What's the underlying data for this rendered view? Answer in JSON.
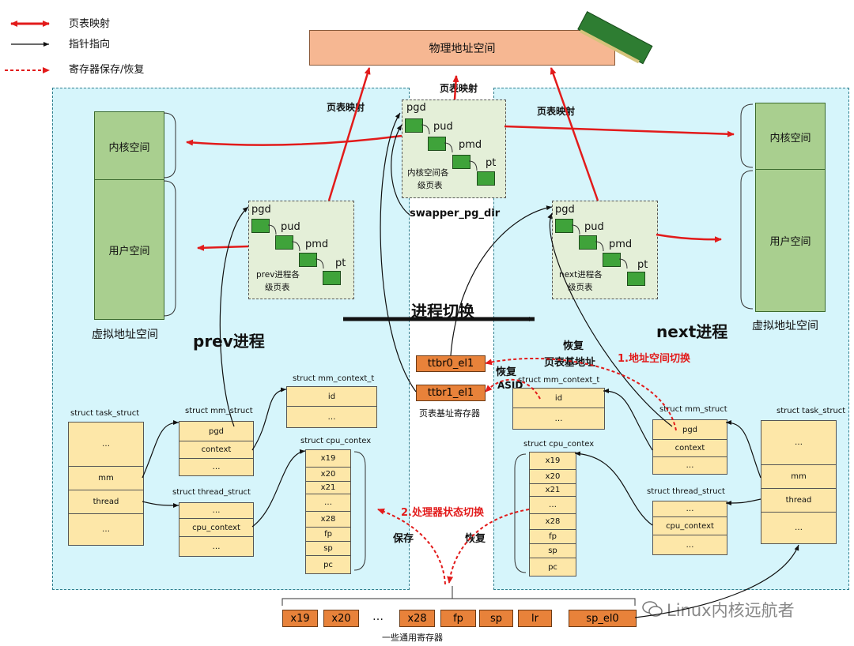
{
  "legend": {
    "items": [
      {
        "label": "页表映射"
      },
      {
        "label": "指针指向"
      },
      {
        "label": "寄存器保存/恢复"
      }
    ]
  },
  "physical": {
    "label": "物理地址空间"
  },
  "page_map_labels": {
    "top_center": "页表映射",
    "left": "页表映射",
    "right": "页表映射"
  },
  "kernel_pt": {
    "pgd": "pgd",
    "pud": "pud",
    "pmd": "pmd",
    "pt": "pt",
    "caption_l1": "内核空间各",
    "caption_l2": "级页表",
    "swapper": "swapper_pg_dir"
  },
  "prev": {
    "kernel_space": "内核空间",
    "user_space": "用户空间",
    "vas_caption": "虚拟地址空间",
    "process_label": "prev进程",
    "pt": {
      "pgd": "pgd",
      "pud": "pud",
      "pmd": "pmd",
      "pt": "pt",
      "caption_l1": "prev进程各",
      "caption_l2": "级页表"
    },
    "task_struct": {
      "title": "struct task_struct",
      "rows": [
        "…",
        "mm",
        "thread",
        "…"
      ]
    },
    "mm_struct": {
      "title": "struct mm_struct",
      "rows": [
        "pgd",
        "context",
        "…"
      ]
    },
    "mm_context": {
      "title": "struct mm_context_t",
      "rows": [
        "id",
        "…"
      ]
    },
    "thread_struct": {
      "title": "struct thread_struct",
      "rows": [
        "…",
        "cpu_context",
        "…"
      ]
    },
    "cpu_contex": {
      "title": "struct cpu_contex",
      "rows": [
        "x19",
        "x20",
        "x21",
        "…",
        "x28",
        "fp",
        "sp",
        "pc"
      ]
    },
    "save_label": "保存"
  },
  "next": {
    "kernel_space": "内核空间",
    "user_space": "用户空间",
    "vas_caption": "虚拟地址空间",
    "process_label": "next进程",
    "pt": {
      "pgd": "pgd",
      "pud": "pud",
      "pmd": "pmd",
      "pt": "pt",
      "caption_l1": "next进程各",
      "caption_l2": "级页表"
    },
    "task_struct": {
      "title": "struct task_struct",
      "rows": [
        "…",
        "mm",
        "thread",
        "…"
      ]
    },
    "mm_struct": {
      "title": "struct mm_struct",
      "rows": [
        "pgd",
        "context",
        "…"
      ]
    },
    "mm_context": {
      "title": "struct mm_context_t",
      "rows": [
        "id",
        "…"
      ]
    },
    "thread_struct": {
      "title": "struct thread_struct",
      "rows": [
        "…",
        "cpu_context",
        "…"
      ]
    },
    "cpu_contex": {
      "title": "struct cpu_contex",
      "rows": [
        "x19",
        "x20",
        "x21",
        "…",
        "x28",
        "fp",
        "sp",
        "pc"
      ]
    },
    "restore_label": "恢复"
  },
  "switch_label": "进程切换",
  "ttbr": {
    "ttbr0": "ttbr0_el1",
    "ttbr1": "ttbr1_el1",
    "caption": "页表基址寄存器"
  },
  "restore_base": {
    "l1": "恢复",
    "l2": "页表基地址"
  },
  "restore_asid": {
    "l1": "恢复",
    "l2": "ASID"
  },
  "step1": "1.地址空间切换",
  "step2": "2.处理器状态切换",
  "gp_regs": {
    "items": [
      "x19",
      "x20",
      "…",
      "x28",
      "fp",
      "sp",
      "lr",
      "sp_el0"
    ],
    "caption": "一些通用寄存器"
  },
  "watermark": "Linux内核远航者",
  "colors": {
    "red": "#e21b1b",
    "cyan_panel": "#d6f5fb",
    "green_box": "#3fa33a",
    "struct_fill": "#fde7a8",
    "register": "#e8823a",
    "physical": "#f6b792"
  }
}
